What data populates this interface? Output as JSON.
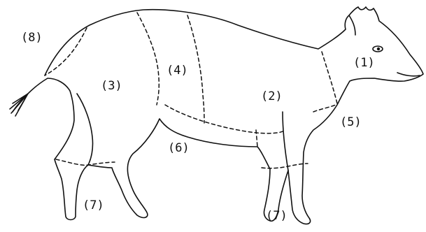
{
  "diagram": {
    "regions": [
      {
        "id": "r1",
        "label": "(1)"
      },
      {
        "id": "r2",
        "label": "(2)"
      },
      {
        "id": "r3",
        "label": "(3)"
      },
      {
        "id": "r4",
        "label": "(4)"
      },
      {
        "id": "r5",
        "label": "(5)"
      },
      {
        "id": "r6",
        "label": "(6)"
      },
      {
        "id": "r7a",
        "label": "(7)"
      },
      {
        "id": "r7b",
        "label": "(7)"
      },
      {
        "id": "r8",
        "label": "(8)"
      }
    ],
    "colors": {
      "ink": "#111111",
      "background": "#ffffff"
    }
  }
}
